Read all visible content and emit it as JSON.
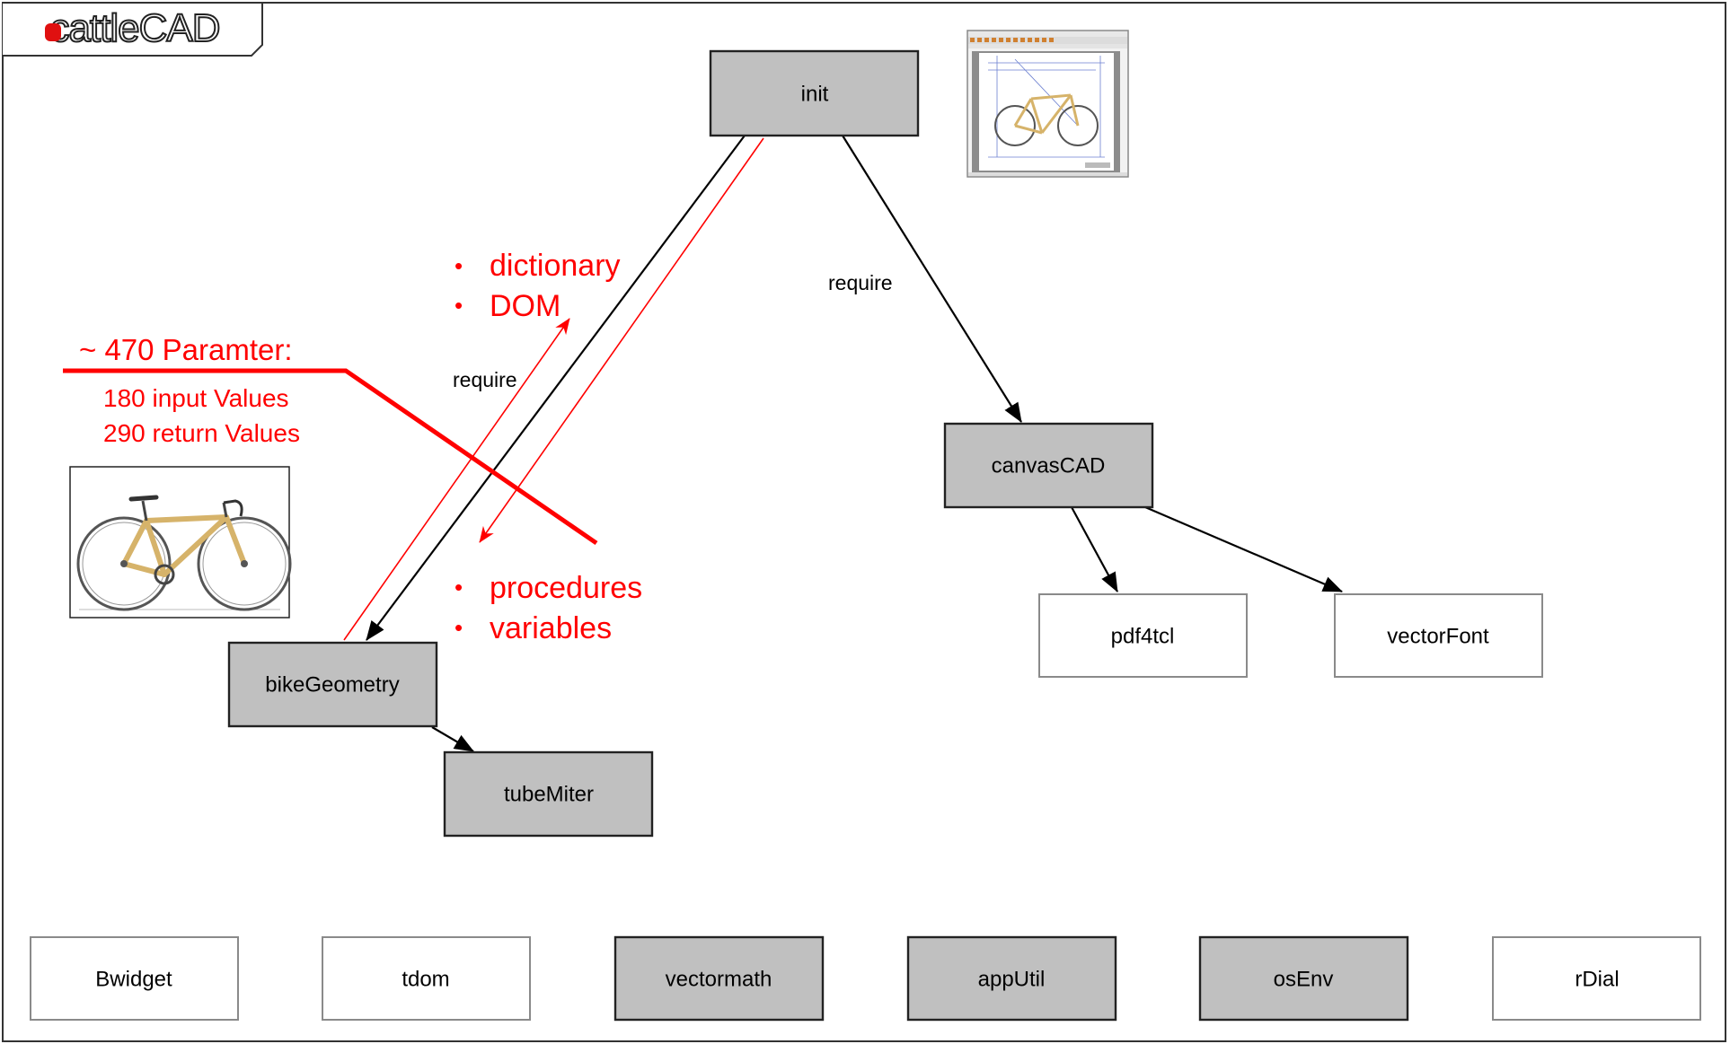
{
  "logo": {
    "text": "cattleCAD"
  },
  "nodes": {
    "init": {
      "label": "init"
    },
    "canvasCAD": {
      "label": "canvasCAD"
    },
    "pdf4tcl": {
      "label": "pdf4tcl"
    },
    "vectorFont": {
      "label": "vectorFont"
    },
    "bikeGeometry": {
      "label": "bikeGeometry"
    },
    "tubeMiter": {
      "label": "tubeMiter"
    }
  },
  "bottom_row": [
    {
      "label": "Bwidget"
    },
    {
      "label": "tdom"
    },
    {
      "label": "vectormath"
    },
    {
      "label": "appUtil"
    },
    {
      "label": "osEnv"
    },
    {
      "label": "rDial"
    }
  ],
  "edge_labels": {
    "require_left": "require",
    "require_right": "require"
  },
  "annotations": {
    "export_bullets": [
      "dictionary",
      "DOM"
    ],
    "import_bullets": [
      "procedures",
      "variables"
    ],
    "param_title": "~ 470 Paramter:",
    "param_input": "180 input Values",
    "param_return": "290 return Values"
  },
  "colors": {
    "annotation_red": "#ff0000",
    "core_box_fill": "#c0c0c0",
    "lib_box_fill": "#ffffff",
    "logo_red": "#e01010"
  }
}
